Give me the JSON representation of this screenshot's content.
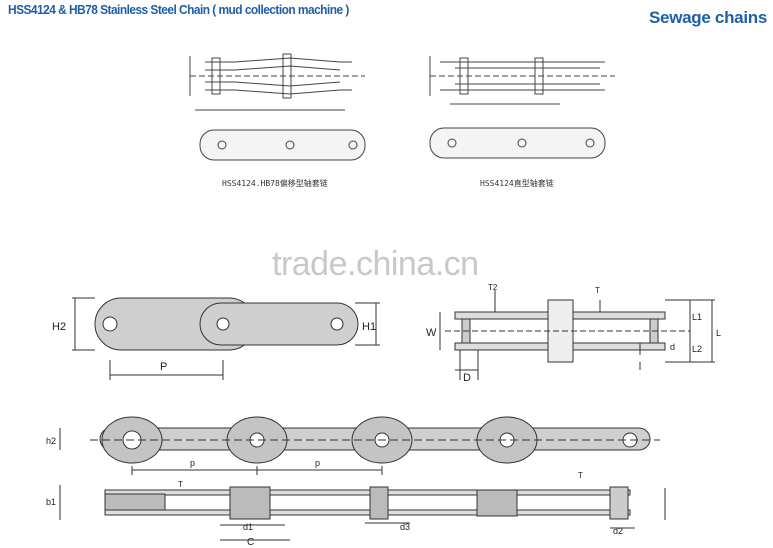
{
  "header": {
    "title": "HSS4124 & HB78 Stainless Steel Chain ( mud  collection machine )",
    "brand": "Sewage chains"
  },
  "captions": {
    "left": "HSS4124.HB78偏移型轴套链",
    "right": "HSS4124直型轴套链"
  },
  "watermark": "trade.china.cn",
  "labels": {
    "h2": "H2",
    "p": "P",
    "h1": "H1",
    "t2": "T2",
    "t": "T",
    "w": "W",
    "d": "d",
    "dd": "D",
    "l1": "L1",
    "l2": "L2",
    "l": "L",
    "h2b": "h2",
    "p1": "p",
    "p2": "p",
    "b1": "b1",
    "t_b1": "T",
    "t_b2": "T",
    "d1": "d1",
    "c": "C",
    "d3": "d3",
    "d2": "d2"
  },
  "colors": {
    "brand": "#1f5fa6",
    "plate": "#cfcfcf",
    "line": "#333333"
  }
}
